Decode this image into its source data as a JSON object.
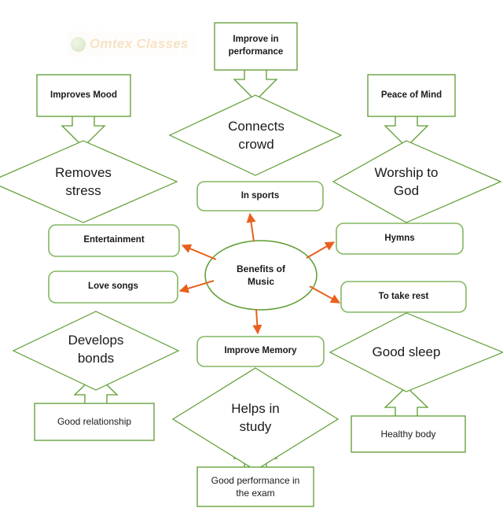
{
  "diagram": {
    "title": "Benefits of Music",
    "type": "mind-map",
    "colors": {
      "shape_stroke": "#5c9c30",
      "shape_stroke_light": "#84b760",
      "arrow_orange": "#e8601c",
      "text": "#1a1a1a",
      "background": "#ffffff"
    },
    "watermark": {
      "text": "Omtex Classes"
    },
    "center": {
      "label": "Benefits of\nMusic",
      "shape": "ellipse"
    },
    "branches": [
      {
        "id": "in-sports",
        "label": "In sports",
        "shape": "rounded-rect",
        "parent": {
          "id": "connects-crowd",
          "label": "Connects\ncrowd",
          "shape": "diamond"
        },
        "grandparent": {
          "id": "improve-in-performance",
          "label": "Improve in\nperformance",
          "shape": "rect"
        }
      },
      {
        "id": "entertainment",
        "label": "Entertainment",
        "shape": "rounded-rect",
        "parent": {
          "id": "removes-stress",
          "label": "Removes\nstress",
          "shape": "diamond"
        },
        "grandparent": {
          "id": "improves-mood",
          "label": "Improves Mood",
          "shape": "rect"
        }
      },
      {
        "id": "love-songs",
        "label": "Love songs",
        "shape": "rounded-rect",
        "parent": {
          "id": "develops-bonds",
          "label": "Develops\nbonds",
          "shape": "diamond"
        },
        "grandparent": {
          "id": "good-relationship",
          "label": "Good relationship",
          "shape": "rect"
        }
      },
      {
        "id": "hymns",
        "label": "Hymns",
        "shape": "rounded-rect",
        "parent": {
          "id": "worship-to-god",
          "label": "Worship to\nGod",
          "shape": "diamond"
        },
        "grandparent": {
          "id": "peace-of-mind",
          "label": "Peace of Mind",
          "shape": "rect"
        }
      },
      {
        "id": "to-take-rest",
        "label": "To take rest",
        "shape": "rounded-rect",
        "parent": {
          "id": "good-sleep",
          "label": "Good sleep",
          "shape": "diamond"
        },
        "grandparent": {
          "id": "healthy-body",
          "label": "Healthy body",
          "shape": "rect"
        }
      },
      {
        "id": "improve-memory",
        "label": "Improve Memory",
        "shape": "rounded-rect",
        "parent": {
          "id": "helps-in-study",
          "label": "Helps in\nstudy",
          "shape": "diamond"
        },
        "grandparent": {
          "id": "good-performance-in-the-exam",
          "label": "Good performance in\nthe exam",
          "shape": "rect"
        }
      }
    ]
  }
}
